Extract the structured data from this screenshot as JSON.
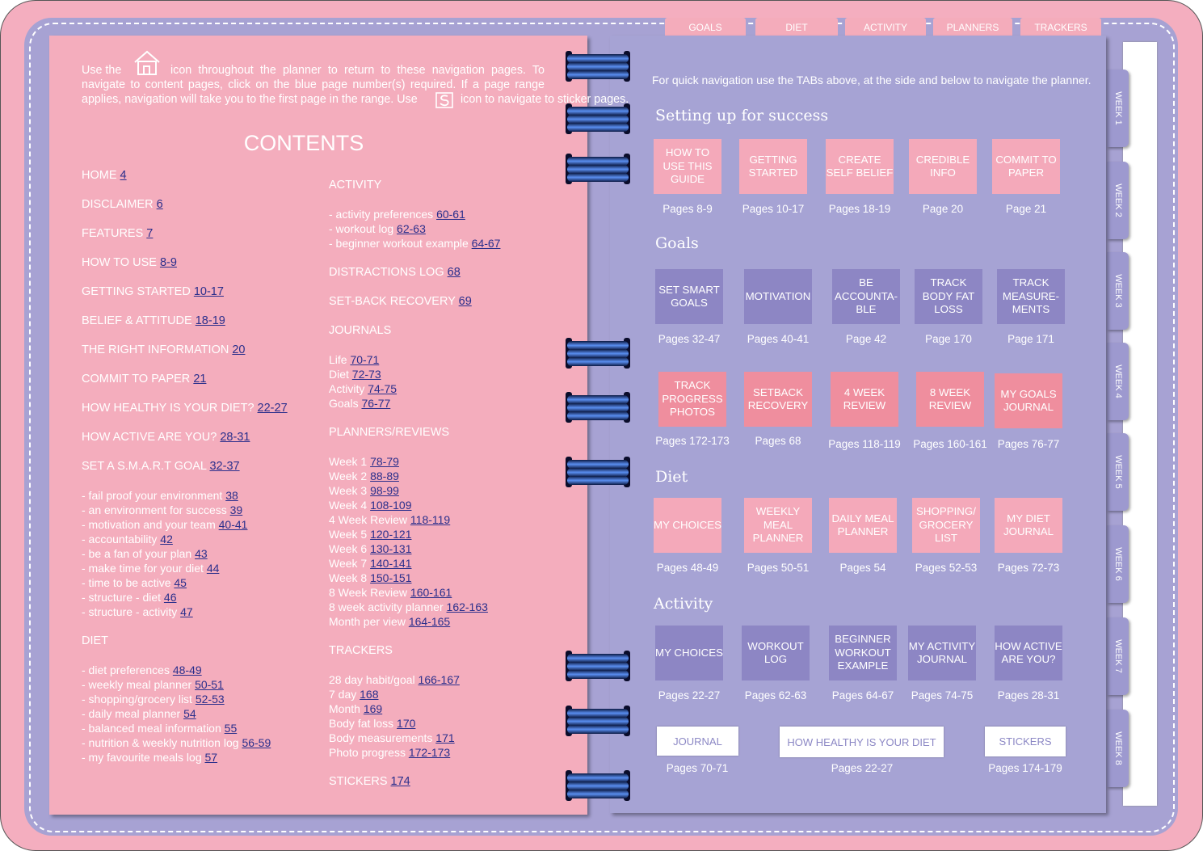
{
  "top_tabs": [
    "GOALS",
    "DIET",
    "ACTIVITY",
    "PLANNERS",
    "TRACKERS"
  ],
  "side_tabs": [
    "WEEK 1",
    "WEEK 2",
    "WEEK 3",
    "WEEK 4",
    "WEEK 5",
    "WEEK 6",
    "WEEK 7",
    "WEEK 8"
  ],
  "left": {
    "intro": {
      "p1": "Use the",
      "p2": "icon throughout the planner to return to these navigation pages. To navigate to content pages, click on the blue page number(s) required. If a page range applies, navigation will take you to the first page in the range. Use",
      "p3": "icon to navigate to sticker pages."
    },
    "title": "CONTENTS",
    "col1": [
      {
        "label": "HOME",
        "page": "4"
      },
      {
        "label": "DISCLAIMER",
        "page": "6"
      },
      {
        "label": "FEATURES",
        "page": "7"
      },
      {
        "label": "HOW TO USE",
        "page": "8-9"
      },
      {
        "label": "GETTING STARTED",
        "page": "10-17"
      },
      {
        "label": "BELIEF & ATTITUDE",
        "page": "18-19"
      },
      {
        "label": "THE RIGHT INFORMATION",
        "page": "20"
      },
      {
        "label": "COMMIT TO PAPER",
        "page": "21"
      },
      {
        "label": "HOW HEALTHY IS YOUR DIET?",
        "page": "22-27"
      },
      {
        "label": "HOW ACTIVE ARE YOU?",
        "page": "28-31"
      },
      {
        "label": "SET A S.M.A.R.T GOAL",
        "page": "32-37"
      },
      {
        "label": "- fail proof your environment",
        "page": "38"
      },
      {
        "label": "- an environment for success",
        "page": "39"
      },
      {
        "label": "- motivation and your team",
        "page": "40-41"
      },
      {
        "label": "- accountability",
        "page": "42"
      },
      {
        "label": "- be a fan of your plan",
        "page": "43"
      },
      {
        "label": "- make time for your diet",
        "page": "44"
      },
      {
        "label": "- time to be active",
        "page": "45"
      },
      {
        "label": "- structure - diet",
        "page": "46"
      },
      {
        "label": "- structure - activity",
        "page": "47"
      },
      {
        "label": "DIET",
        "page": ""
      },
      {
        "label": "- diet preferences",
        "page": "48-49"
      },
      {
        "label": "- weekly meal planner",
        "page": "50-51"
      },
      {
        "label": "- shopping/grocery list",
        "page": "52-53"
      },
      {
        "label": "- daily meal planner",
        "page": "54"
      },
      {
        "label": "- balanced meal information",
        "page": "55"
      },
      {
        "label": "- nutrition & weekly nutrition log",
        "page": "56-59"
      },
      {
        "label": "- my favourite meals log",
        "page": "57"
      }
    ],
    "col2": [
      {
        "label": "ACTIVITY",
        "page": ""
      },
      {
        "label": "- activity preferences",
        "page": "60-61"
      },
      {
        "label": "- workout log",
        "page": "62-63"
      },
      {
        "label": "- beginner workout example",
        "page": "64-67"
      },
      {
        "label": "DISTRACTIONS LOG",
        "page": "68"
      },
      {
        "label": "SET-BACK RECOVERY",
        "page": "69"
      },
      {
        "label": "JOURNALS",
        "page": ""
      },
      {
        "label": "Life",
        "page": "70-71"
      },
      {
        "label": "Diet",
        "page": "72-73"
      },
      {
        "label": "Activity",
        "page": "74-75"
      },
      {
        "label": "Goals",
        "page": "76-77"
      },
      {
        "label": "PLANNERS/REVIEWS",
        "page": ""
      },
      {
        "label": "Week 1",
        "page": "78-79"
      },
      {
        "label": "Week 2",
        "page": "88-89"
      },
      {
        "label": "Week 3",
        "page": "98-99"
      },
      {
        "label": "Week 4",
        "page": "108-109"
      },
      {
        "label": "4 Week Review",
        "page": "118-119"
      },
      {
        "label": "Week 5",
        "page": "120-121"
      },
      {
        "label": "Week 6",
        "page": "130-131"
      },
      {
        "label": "Week 7",
        "page": "140-141"
      },
      {
        "label": "Week 8",
        "page": "150-151"
      },
      {
        "label": "8 Week Review",
        "page": "160-161"
      },
      {
        "label": "8 week activity planner",
        "page": "162-163"
      },
      {
        "label": "Month per view",
        "page": "164-165"
      },
      {
        "label": "TRACKERS",
        "page": ""
      },
      {
        "label": "28 day habit/goal",
        "page": "166-167"
      },
      {
        "label": "7 day",
        "page": "168"
      },
      {
        "label": "Month",
        "page": "169"
      },
      {
        "label": "Body fat loss",
        "page": "170"
      },
      {
        "label": "Body measurements",
        "page": "171"
      },
      {
        "label": "Photo progress",
        "page": "172-173"
      },
      {
        "label": "STICKERS",
        "page": "174"
      }
    ]
  },
  "right": {
    "intro": "For quick navigation use the TABs above, at the side and below to navigate the planner.",
    "sections": [
      "Setting up for success",
      "Goals",
      "Diet",
      "Activity"
    ],
    "tiles": [
      {
        "label": "HOW TO USE THIS GUIDE",
        "pages": "Pages 8-9"
      },
      {
        "label": "GETTING STARTED",
        "pages": "Pages 10-17"
      },
      {
        "label": "CREATE SELF BELIEF",
        "pages": "Pages 18-19"
      },
      {
        "label": "CREDIBLE INFO",
        "pages": "Page 20"
      },
      {
        "label": "COMMIT TO PAPER",
        "pages": "Page 21"
      },
      {
        "label": "SET SMART GOALS",
        "pages": "Pages 32-47"
      },
      {
        "label": "MOTIVATION",
        "pages": "Pages 40-41"
      },
      {
        "label": "BE ACCOUNTA-BLE",
        "pages": "Page 42"
      },
      {
        "label": "TRACK BODY FAT LOSS",
        "pages": "Page 170"
      },
      {
        "label": "TRACK MEASURE-MENTS",
        "pages": "Page 171"
      },
      {
        "label": "TRACK PROGRESS PHOTOS",
        "pages": "Pages 172-173"
      },
      {
        "label": "SETBACK RECOVERY",
        "pages": "Pages 68"
      },
      {
        "label": "4 WEEK REVIEW",
        "pages": "Pages 118-119"
      },
      {
        "label": "8 WEEK REVIEW",
        "pages": "Pages 160-161"
      },
      {
        "label": "MY GOALS JOURNAL",
        "pages": "Pages 76-77"
      },
      {
        "label": "MY CHOICES",
        "pages": "Pages 48-49"
      },
      {
        "label": "WEEKLY MEAL PLANNER",
        "pages": "Pages 50-51"
      },
      {
        "label": "DAILY MEAL PLANNER",
        "pages": "Pages 54"
      },
      {
        "label": "SHOPPING/ GROCERY LIST",
        "pages": "Pages 52-53"
      },
      {
        "label": "MY DIET JOURNAL",
        "pages": "Pages 72-73"
      },
      {
        "label": "MY CHOICES",
        "pages": "Pages 22-27"
      },
      {
        "label": "WORKOUT LOG",
        "pages": "Pages 62-63"
      },
      {
        "label": "BEGINNER WORKOUT EXAMPLE",
        "pages": "Pages 64-67"
      },
      {
        "label": "MY ACTIVITY JOURNAL",
        "pages": "Pages 74-75"
      },
      {
        "label": "HOW ACTIVE ARE YOU?",
        "pages": "Pages 28-31"
      }
    ],
    "bottom": [
      {
        "label": "JOURNAL",
        "pages": "Pages 70-71"
      },
      {
        "label": "HOW HEALTHY IS YOUR DIET",
        "pages": "Pages 22-27"
      },
      {
        "label": "STICKERS",
        "pages": "Pages 174-179"
      }
    ]
  },
  "colors": {
    "pink": "#f4adbd",
    "lavender": "#a6a3d4",
    "link": "#2b2f8c",
    "rose": "#ef8e9e",
    "purple_tile": "#8d86c4"
  }
}
